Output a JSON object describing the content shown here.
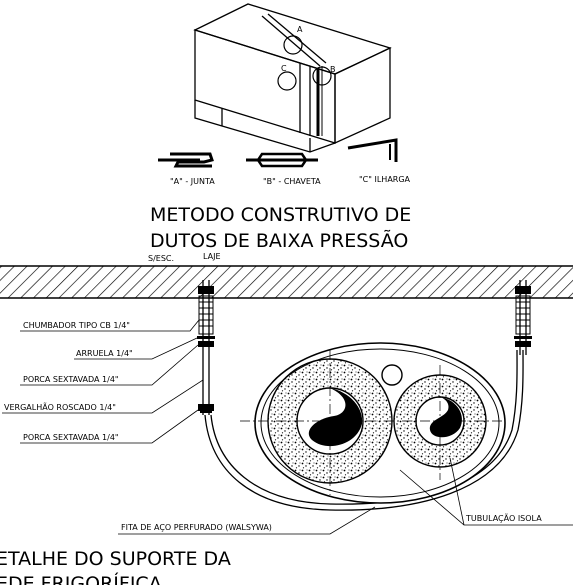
{
  "duct_detail": {
    "point_a": "A",
    "point_b": "B",
    "point_c": "C",
    "joint_labels": [
      "\"A\" - JUNTA",
      "\"B\" - CHAVETA",
      "\"C\" ILHARGA"
    ],
    "title_line1": "METODO CONSTRUTIVO DE",
    "title_line2": "DUTOS DE BAIXA PRESSÃO",
    "scale_note": "S/ESC."
  },
  "support_detail": {
    "slab_label": "LAJE",
    "callouts": [
      "CHUMBADOR TIPO CB 1/4\"",
      "ARRUELA 1/4\"",
      "PORCA SEXTAVADA 1/4\"",
      "VERGALHÃO ROSCADO 1/4\"",
      "PORCA SEXTAVADA 1/4\""
    ],
    "strap_label": "FITA DE AÇO PERFURADO (WALSYWA)",
    "pipe_label": "TUBULAÇÃO ISOLA",
    "title_line1": "ETALHE DO SUPORTE DA",
    "title_line2": "EDE FRIGORÍFICA"
  }
}
